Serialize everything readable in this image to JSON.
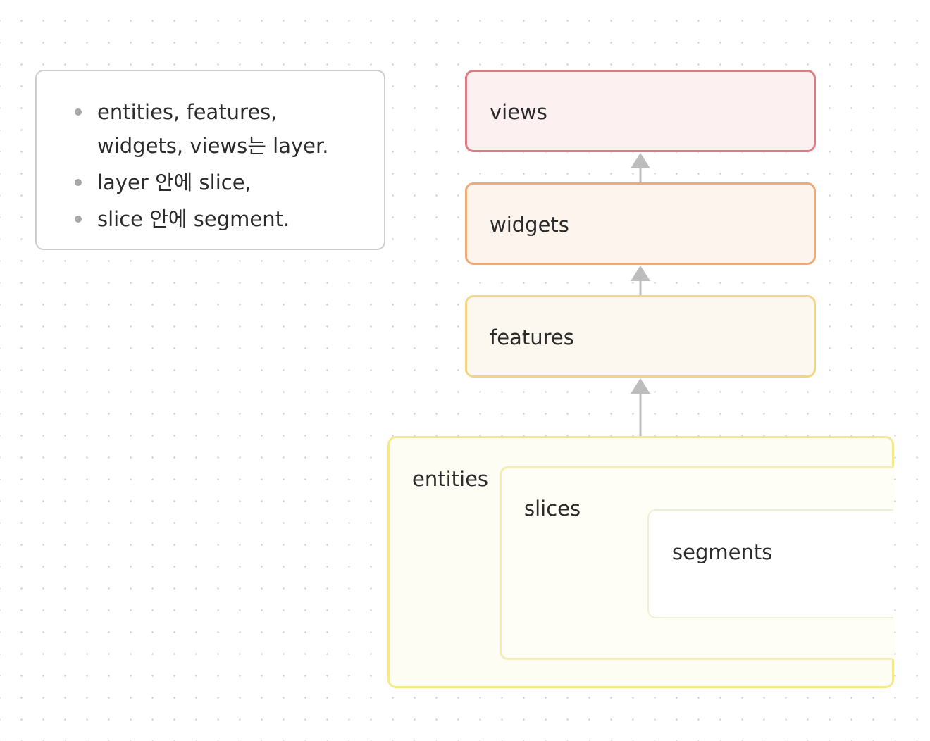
{
  "note": {
    "items": [
      "entities, features, widgets, views는 layer.",
      "layer 안에 slice,",
      "slice 안에 segment."
    ]
  },
  "diagram": {
    "layers": {
      "views": "views",
      "widgets": "widgets",
      "features": "features",
      "entities": "entities"
    },
    "slices": "slices",
    "segments": "segments",
    "colors": {
      "views_border": "#df7b82",
      "views_fill": "#fcf0f0",
      "widgets_border": "#eeab79",
      "widgets_fill": "#fdf4ee",
      "features_border": "#f2d585",
      "features_fill": "#fdf8ef",
      "entities_border": "#f5ea8a",
      "entities_fill": "#fdfdf3",
      "arrow": "#bdbdbd"
    },
    "edges": [
      {
        "from": "widgets",
        "to": "views"
      },
      {
        "from": "features",
        "to": "widgets"
      },
      {
        "from": "entities",
        "to": "features"
      }
    ]
  }
}
